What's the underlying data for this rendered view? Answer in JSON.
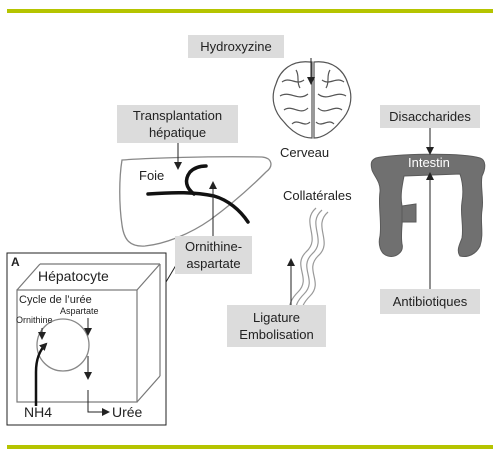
{
  "labels": {
    "hydroxyzine": "Hydroxyzine",
    "cerveau": "Cerveau",
    "transplantation_line1": "Transplantation",
    "transplantation_line2": "hépatique",
    "foie": "Foie",
    "ornithine_aspartate_line1": "Ornithine-",
    "ornithine_aspartate_line2": "aspartate",
    "collaterales": "Collatérales",
    "ligature_line1": "Ligature",
    "ligature_line2": "Embolisation",
    "disaccharides": "Disaccharides",
    "intestin": "Intestin",
    "antibiotiques": "Antibiotiques"
  },
  "inset": {
    "panel_letter": "A",
    "title": "Hépatocyte",
    "cycle_label": "Cycle de l’urée",
    "ornithine": "Ornithine",
    "aspartate": "Aspartate",
    "nh4": "NH4",
    "uree": "Urée"
  },
  "colors": {
    "accent_rule": "#b5c400",
    "label_box": "#dcdcdc",
    "intestine": "#707070"
  }
}
